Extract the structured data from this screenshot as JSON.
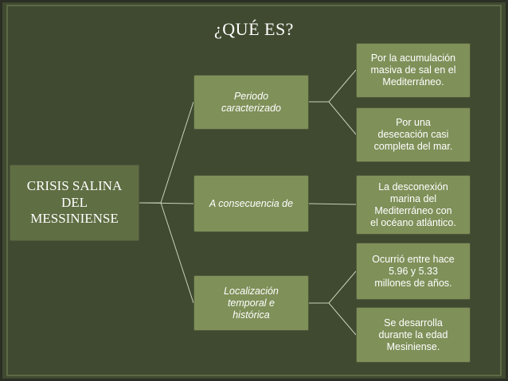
{
  "slide": {
    "title": "¿QUÉ ES?"
  },
  "diagram": {
    "root": "CRISIS SALINA\nDEL\nMESSINIENSE",
    "branches": [
      {
        "label": "Periodo\ncaracterizado",
        "children": [
          "Por la acumulación\nmasiva de sal en el\nMediterráneo.",
          "Por una\ndesecación casi\ncompleta del mar."
        ]
      },
      {
        "label": "A consecuencia de",
        "children": [
          "La desconexión\nmarina del\nMediterráneo con\nel océano atlántico."
        ]
      },
      {
        "label": "Localización\ntemporal e\nhistórica",
        "children": [
          "Ocurrió entre hace\n5.96 y 5.33\nmillones de años.",
          "Se desarrolla\ndurante la edad\nMesiniense."
        ]
      }
    ]
  },
  "colors": {
    "background": "#404a30",
    "box_fill": "#7f9059",
    "root_fill": "#5f6e43",
    "connector": "#c8d2b4",
    "text": "#ffffff"
  }
}
